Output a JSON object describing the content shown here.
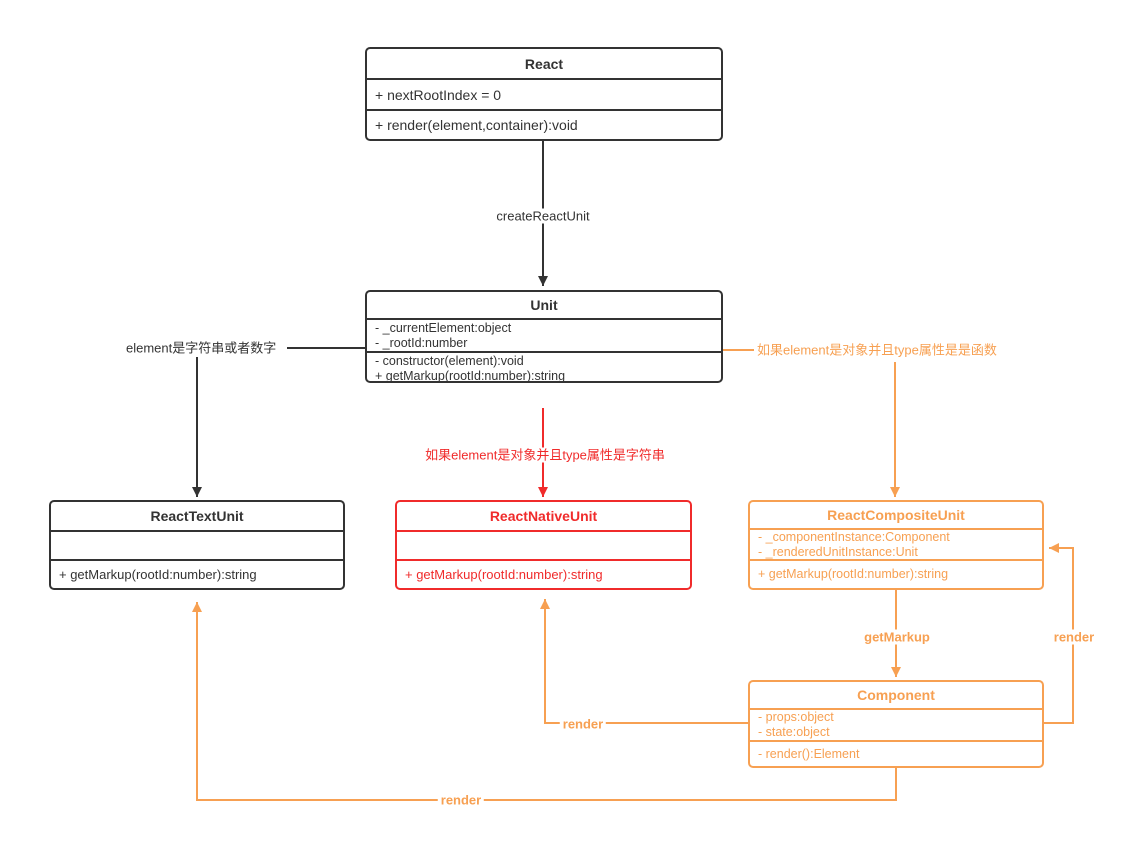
{
  "diagram_title": "React UML class diagram",
  "colors": {
    "black": "#333333",
    "red": "#f02b2b",
    "orange": "#f7a052",
    "background": "#ffffff"
  },
  "classes": {
    "react": {
      "title": "React",
      "fields": [
        "+ nextRootIndex = 0"
      ],
      "methods": [
        "+ render(element,container):void"
      ]
    },
    "unit": {
      "title": "Unit",
      "fields": [
        "- _currentElement:object",
        "- _rootId:number"
      ],
      "methods": [
        "- constructor(element):void",
        "+ getMarkup(rootId:number):string"
      ]
    },
    "react_text_unit": {
      "title": "ReactTextUnit",
      "fields": [],
      "methods": [
        "+ getMarkup(rootId:number):string"
      ]
    },
    "react_native_unit": {
      "title": "ReactNativeUnit",
      "fields": [],
      "methods": [
        "+ getMarkup(rootId:number):string"
      ]
    },
    "react_composite_unit": {
      "title": "ReactCompositeUnit",
      "fields": [
        "- _componentInstance:Component",
        "- _renderedUnitInstance:Unit"
      ],
      "methods": [
        "+ getMarkup(rootId:number):string"
      ]
    },
    "component": {
      "title": "Component",
      "fields": [
        "- props:object",
        "- state:object"
      ],
      "methods": [
        "- render():Element"
      ]
    }
  },
  "edges": {
    "create_react_unit": {
      "label": "createReactUnit"
    },
    "text_condition": {
      "label": "element是字符串或者数字"
    },
    "native_condition": {
      "label": "如果element是对象并且type属性是字符串"
    },
    "composite_condition": {
      "label": "如果element是对象并且type属性是是函数"
    },
    "get_markup": {
      "label": "getMarkup"
    },
    "render_to_native": {
      "label": "render"
    },
    "render_to_composite": {
      "label": "render"
    },
    "render_to_text": {
      "label": "render"
    }
  }
}
